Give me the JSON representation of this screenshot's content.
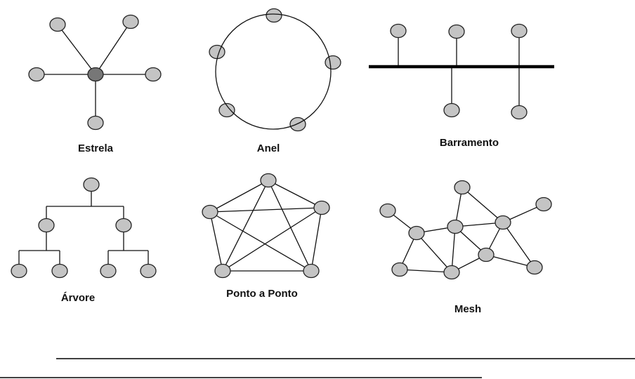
{
  "labels": {
    "star": "Estrela",
    "ring": "Anel",
    "bus": "Barramento",
    "tree": "Árvore",
    "full_mesh": "Ponto a Ponto",
    "mesh": "Mesh"
  },
  "colors": {
    "node_fill": "#c4c4c4",
    "hub_fill": "#777777",
    "line": "#111111"
  }
}
